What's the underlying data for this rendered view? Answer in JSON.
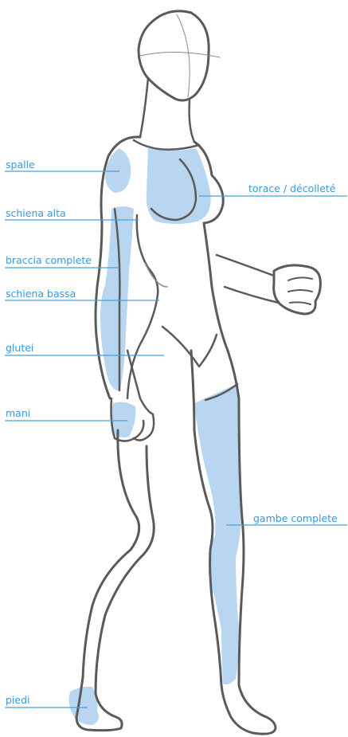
{
  "colors": {
    "highlight": "#b9d6f0",
    "outline": "#5a5a5a",
    "label_text": "#3b97d6",
    "leader_line": "#4a9fdb"
  },
  "labels": {
    "spalle": "spalle",
    "torace": "torace / décolleté",
    "schiena_alta": "schiena alta",
    "braccia_complete": "braccia complete",
    "schiena_bassa": "schiena bassa",
    "glutei": "glutei",
    "mani": "mani",
    "gambe_complete": "gambe complete",
    "piedi": "piedi"
  }
}
